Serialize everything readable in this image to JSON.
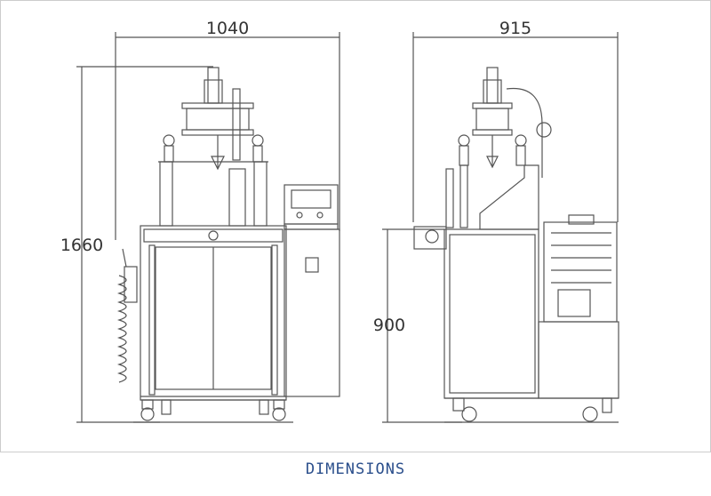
{
  "dimensions": {
    "front_width": "1040",
    "side_width": "915",
    "total_height": "1660",
    "table_height": "900"
  },
  "caption": "DIMENSIONS",
  "colors": {
    "line": "#555555",
    "caption": "#2b4f8c",
    "frame": "#cccccc"
  }
}
